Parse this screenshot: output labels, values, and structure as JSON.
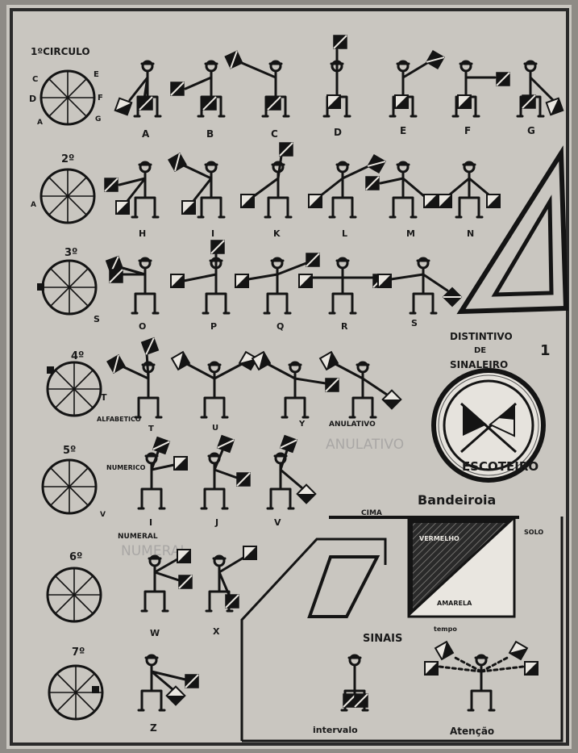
{
  "circles": [
    {
      "label": "1ºCIRCULO",
      "positions": [
        "C",
        "E",
        "D",
        "F",
        "A",
        "G"
      ]
    },
    {
      "label": "2º",
      "positions": [
        "A"
      ]
    },
    {
      "label": "3º",
      "positions": [
        "S"
      ]
    },
    {
      "label": "4º",
      "positions": [
        "T"
      ]
    },
    {
      "label": "5º",
      "positions": [
        "V"
      ]
    },
    {
      "label": "6º",
      "positions": []
    },
    {
      "label": "7º",
      "positions": []
    }
  ],
  "letters": [
    {
      "row": 1,
      "items": [
        "A",
        "B",
        "C",
        "D",
        "E",
        "F",
        "G"
      ]
    },
    {
      "row": 2,
      "items": [
        "H",
        "I",
        "K",
        "L",
        "M",
        "N"
      ]
    },
    {
      "row": 3,
      "items": [
        "O",
        "P",
        "Q",
        "R",
        "S"
      ]
    },
    {
      "row": 4,
      "items": [
        "T",
        "U",
        "Y"
      ]
    },
    {
      "row": 5,
      "items": [
        "I",
        "J",
        "V"
      ]
    },
    {
      "row": 6,
      "items": [
        "W",
        "X"
      ]
    },
    {
      "row": 7,
      "items": [
        "Z"
      ]
    }
  ],
  "notes": {
    "anulativo_small": "ANULATIVO",
    "anulativo_faint": "ANULATIVO",
    "numeral_small": "NUMERAL",
    "numeral_faint": "NUMERAL",
    "alfabetico": "ALFABETICO",
    "numerico": "NUMERICO"
  },
  "badge": {
    "heading_line1": "DISTINTIVO",
    "heading_line2": "DE",
    "heading_line3": "SINALEIRO",
    "number": "1",
    "ring_text": "ESCOTEIRO"
  },
  "bandeiroia": {
    "title": "Bandeiroia",
    "top_label": "CIMA",
    "side_label": "SOLO",
    "upper_color": "VERMELHO",
    "lower_color": "AMARELA"
  },
  "sinais": {
    "title": "SINAIS",
    "left_caption": "intervalo",
    "right_caption": "Atenção",
    "small_label": "tempo"
  },
  "colors": {
    "paper": "#c9c6c0",
    "ink": "#141414",
    "background": "#8e8b86"
  }
}
